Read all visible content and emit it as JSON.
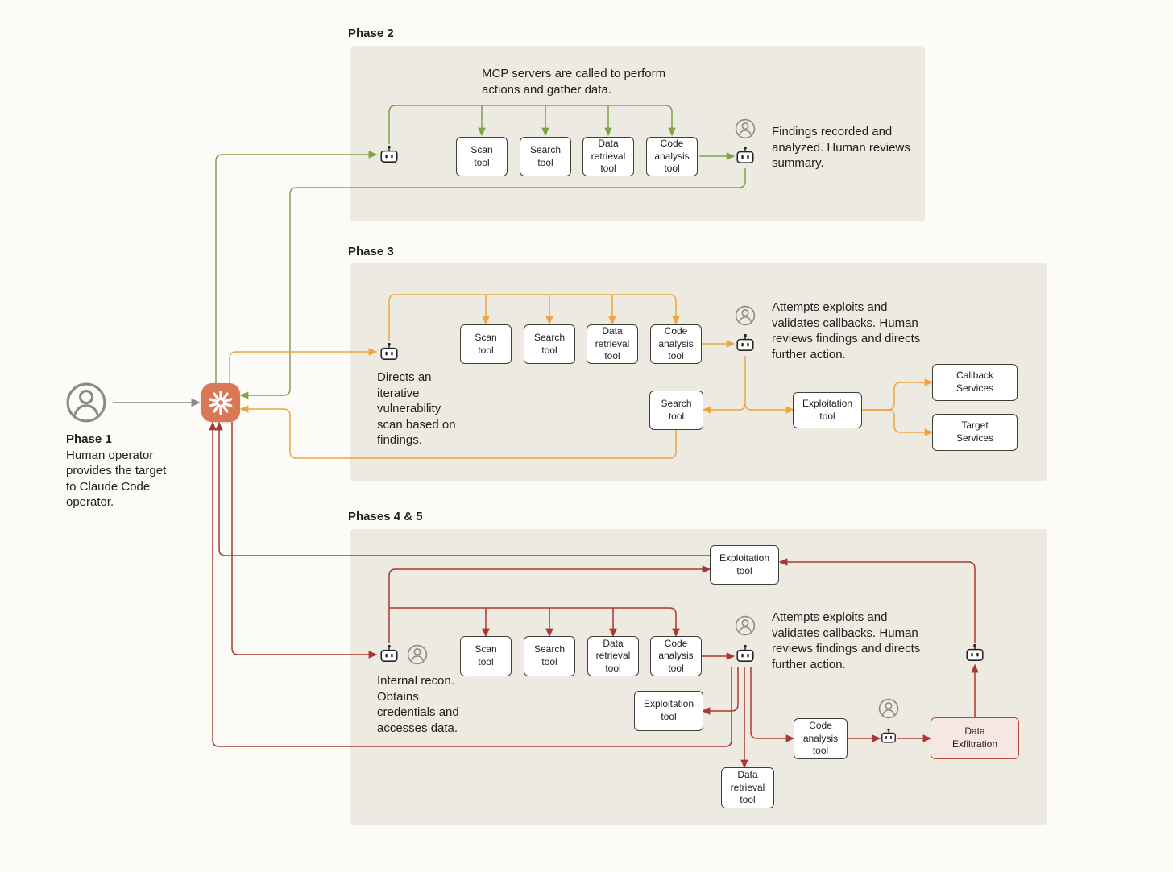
{
  "colors": {
    "background": "#FCFBF8",
    "panel_bg": "#ECEAE1",
    "phase2_green": "#7FA347",
    "phase3_orange": "#EFA43F",
    "phase45_red": "#A93830",
    "claude_orange": "#D97757",
    "exfiltration_bg": "#F7E7E3",
    "exfiltration_border": "#B84B3C",
    "gray": "#8A8A86",
    "text": "#1F1E1D"
  },
  "icons": {
    "human": "person-circle-icon",
    "agent": "robot-icon",
    "claude": "claude-starburst-icon"
  },
  "phase1": {
    "title": "Phase 1",
    "description": "Human operator provides the target to Claude Code operator."
  },
  "phase2": {
    "title": "Phase 2",
    "caption": "MCP servers are called to perform actions and gather data.",
    "tools": [
      "Scan tool",
      "Search tool",
      "Data retrieval tool",
      "Code analysis tool"
    ],
    "result_text": "Findings recorded and analyzed. Human reviews summary."
  },
  "phase3": {
    "title": "Phase 3",
    "agent_text": "Directs an iterative vulnerability scan based on findings.",
    "tools": [
      "Scan tool",
      "Search tool",
      "Data retrieval tool",
      "Code analysis tool"
    ],
    "search_tool": "Search tool",
    "exploitation_tool": "Exploitation tool",
    "callback_services": "Callback Services",
    "target_services": "Target Services",
    "result_text": "Attempts exploits and validates callbacks. Human reviews findings and directs further action."
  },
  "phase45": {
    "title": "Phases 4 & 5",
    "agent_text": "Internal recon. Obtains credentials and accesses data.",
    "tools": [
      "Scan tool",
      "Search tool",
      "Data retrieval tool",
      "Code analysis tool"
    ],
    "exploitation_tool_top": "Exploitation tool",
    "exploitation_tool_secondary": "Exploitation tool",
    "code_analysis_tool": "Code analysis tool",
    "data_retrieval_tool": "Data retrieval tool",
    "data_exfiltration": "Data Exfiltration",
    "result_text": "Attempts exploits and validates callbacks. Human reviews findings and directs further action."
  }
}
